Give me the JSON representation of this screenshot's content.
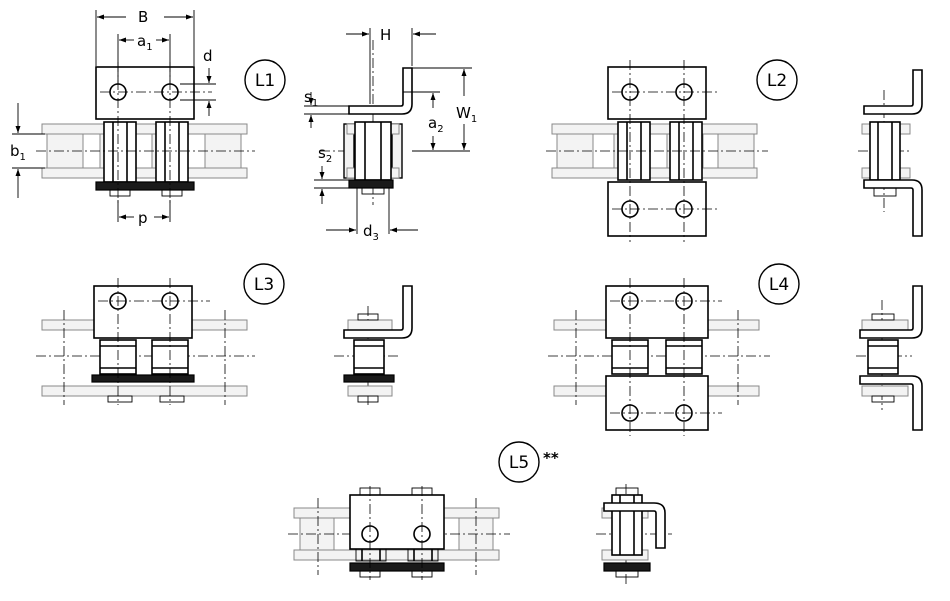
{
  "dimensions": {
    "B": "B",
    "a": "a",
    "a1_sub": "1",
    "a2_sub": "2",
    "d": "d",
    "b": "b",
    "b1_sub": "1",
    "p": "p",
    "H": "H",
    "s": "s",
    "s1_sub": "1",
    "s2_sub": "2",
    "W": "W",
    "W1_sub": "1",
    "d3_sub": "3"
  },
  "variants": {
    "L1": "L1",
    "L2": "L2",
    "L3": "L3",
    "L4": "L4",
    "L5": "L5",
    "L5_note": "**"
  },
  "colors": {
    "line": "#000000",
    "background": "#ffffff",
    "ghost": "#888888"
  }
}
